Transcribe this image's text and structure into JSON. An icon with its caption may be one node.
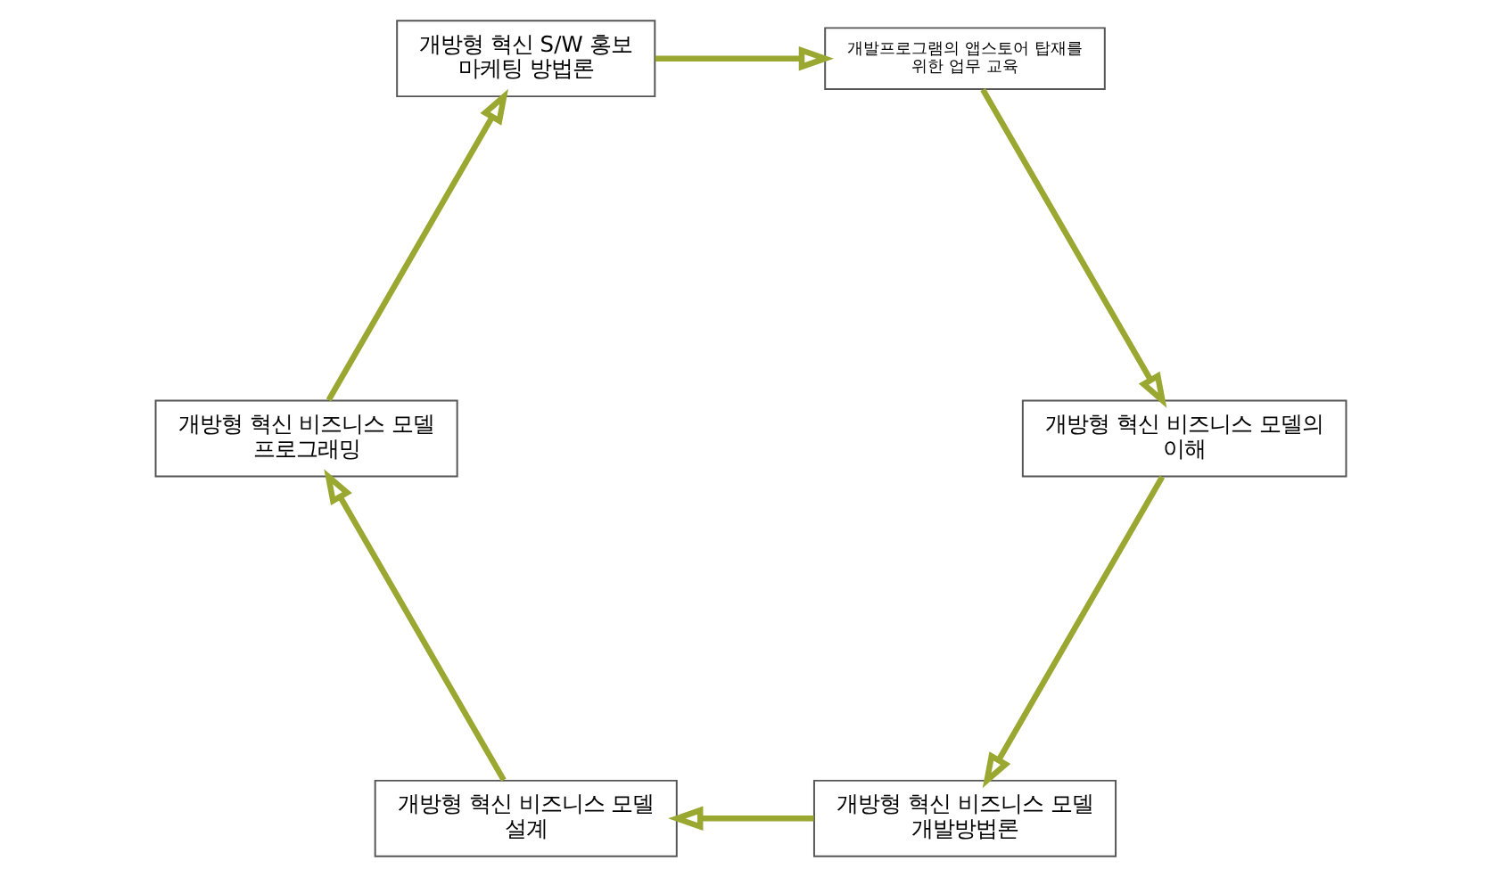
{
  "diagram": {
    "nodes": [
      {
        "text": [
          "개방형 혁신 비즈니스 모델 개발방법론"
        ]
      },
      {
        "text": [
          "개방형 혁신 비즈니스 모델 설계"
        ]
      },
      {
        "text": [
          "개방형 혁신 비즈니스 모델 프로그래밍"
        ]
      },
      {
        "text": [
          "개방형 혁신 S/W 홍보 마케팅 방법론"
        ]
      },
      {
        "text": [
          "개발프로그램의 앱스토어 탑재를 위한 업무 교육"
        ]
      },
      {
        "text": [
          "개방형 혁신 비즈니스 모델의 이해"
        ]
      }
    ],
    "edges": [
      {
        "from": 0,
        "to": 1,
        "arrow": "to"
      },
      {
        "from": 1,
        "to": 2,
        "arrow": "to"
      },
      {
        "from": 2,
        "to": 3,
        "arrow": "to"
      },
      {
        "from": 3,
        "to": 4,
        "arrow": "to"
      },
      {
        "from": 4,
        "to": 5,
        "arrow": "to"
      },
      {
        "from": 5,
        "to": 0,
        "arrow": "to"
      }
    ]
  }
}
